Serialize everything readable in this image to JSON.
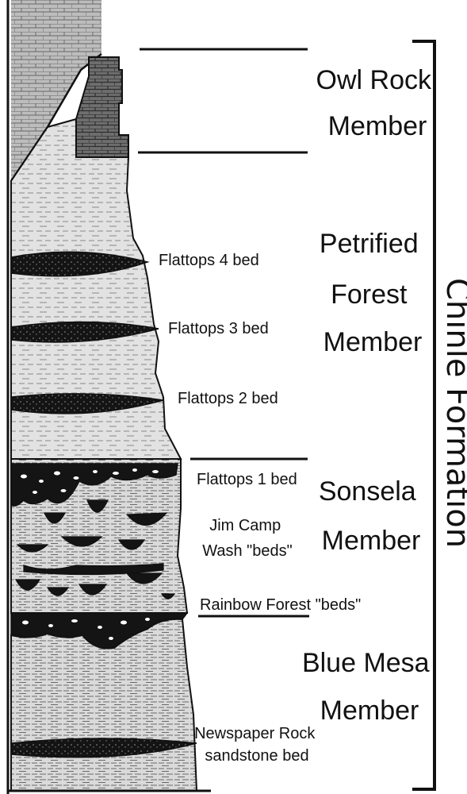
{
  "members": [
    {
      "id": "owl-rock",
      "lines": [
        "Owl Rock",
        "Member"
      ]
    },
    {
      "id": "petrified-forest",
      "lines": [
        "Petrified",
        "Forest",
        "Member"
      ]
    },
    {
      "id": "sonsela",
      "lines": [
        "Sonsela",
        "Member"
      ]
    },
    {
      "id": "blue-mesa",
      "lines": [
        "Blue Mesa",
        "Member"
      ]
    }
  ],
  "beds": [
    {
      "id": "flattops-4",
      "lines": [
        "Flattops 4 bed"
      ]
    },
    {
      "id": "flattops-3",
      "lines": [
        "Flattops 3 bed"
      ]
    },
    {
      "id": "flattops-2",
      "lines": [
        "Flattops 2 bed"
      ]
    },
    {
      "id": "flattops-1",
      "lines": [
        "Flattops 1 bed"
      ]
    },
    {
      "id": "jim-camp-wash",
      "lines": [
        "Jim Camp",
        "Wash \"beds\""
      ]
    },
    {
      "id": "rainbow-forest",
      "lines": [
        "Rainbow Forest \"beds\""
      ]
    },
    {
      "id": "newspaper-rock",
      "lines": [
        "Newspaper Rock",
        "sandstone bed"
      ]
    }
  ],
  "formation": {
    "label": "Chinle Formation"
  }
}
